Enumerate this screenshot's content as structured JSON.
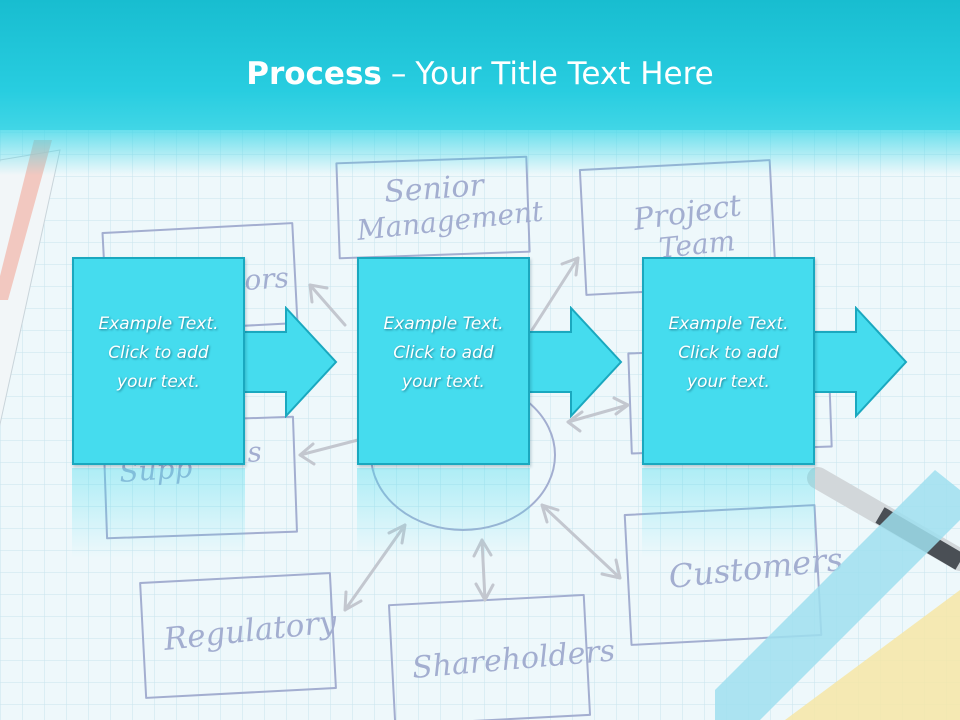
{
  "slide": {
    "title_bold": "Process",
    "title_separator": "–",
    "title_rest": "Your Title Text Here"
  },
  "background_sketch": {
    "labels": [
      "Senior Management",
      "Project Team",
      "Customers",
      "Shareholders",
      "Regulatory"
    ],
    "partial_labels": [
      "ors",
      "Supp",
      "s"
    ]
  },
  "steps": [
    {
      "lines": [
        "Example Text.",
        "Click  to add",
        "your text."
      ]
    },
    {
      "lines": [
        "Example Text.",
        "Click  to add",
        "your text."
      ]
    },
    {
      "lines": [
        "Example Text.",
        "Click  to add",
        "your text."
      ]
    }
  ],
  "colors": {
    "header": "#28cde0",
    "box_fill": "#45dcee",
    "box_border": "#1aa8bf",
    "sketch_ink": "#9aa6cc"
  }
}
